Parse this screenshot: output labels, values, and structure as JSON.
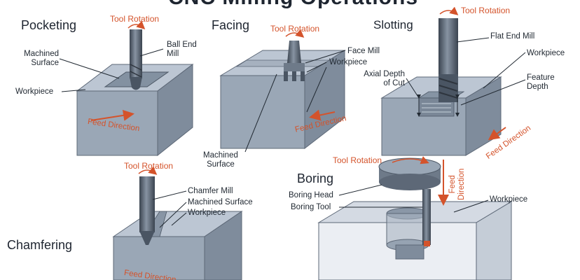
{
  "title": "CNC Milling Operations",
  "colors": {
    "accent": "#d4532b",
    "block_top": "#bcc6d3",
    "block_front": "#9aa7b6",
    "block_side": "#7f8c9c",
    "tool": "#4a5563"
  },
  "sections": {
    "pocketing": {
      "heading": "Pocketing",
      "tool_rotation": "Tool Rotation",
      "ball_end_mill": "Ball End\nMill",
      "machined_surface": "Machined\nSurface",
      "workpiece": "Workpiece",
      "feed_direction": "Feed Direction"
    },
    "facing": {
      "heading": "Facing",
      "tool_rotation": "Tool Rotation",
      "face_mill": "Face Mill",
      "workpiece": "Workpiece",
      "feed_direction": "Feed Direction",
      "machined_surface": "Machined\nSurface"
    },
    "slotting": {
      "heading": "Slotting",
      "tool_rotation": "Tool Rotation",
      "flat_end_mill": "Flat End Mill",
      "workpiece": "Workpiece",
      "axial_depth": "Axial Depth\nof Cut",
      "feature_depth": "Feature\nDepth",
      "feed_direction": "Feed Direction"
    },
    "chamfering": {
      "heading": "Chamfering",
      "tool_rotation": "Tool Rotation",
      "chamfer_mill": "Chamfer Mill",
      "machined_surface": "Machined Surface",
      "workpiece": "Workpiece",
      "feed_direction": "Feed Direction"
    },
    "boring": {
      "heading": "Boring",
      "tool_rotation": "Tool Rotation",
      "feed_direction": "Feed\nDirection",
      "workpiece": "Workpiece",
      "boring_head": "Boring Head",
      "boring_tool": "Boring Tool"
    }
  }
}
